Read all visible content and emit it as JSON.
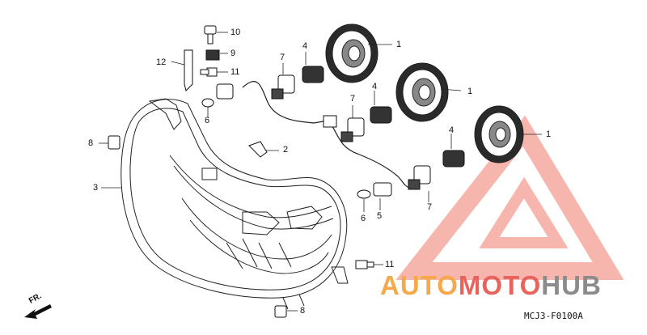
{
  "diagram": {
    "drawing_code": "MCJ3-F0100A",
    "direction_label": "FR.",
    "callouts": [
      {
        "id": "c1a",
        "text": "1"
      },
      {
        "id": "c1b",
        "text": "1"
      },
      {
        "id": "c1c",
        "text": "1"
      },
      {
        "id": "c2",
        "text": "2"
      },
      {
        "id": "c3",
        "text": "3"
      },
      {
        "id": "c4a",
        "text": "4"
      },
      {
        "id": "c4b",
        "text": "4"
      },
      {
        "id": "c4c",
        "text": "4"
      },
      {
        "id": "c5",
        "text": "5"
      },
      {
        "id": "c6a",
        "text": "6"
      },
      {
        "id": "c6b",
        "text": "6"
      },
      {
        "id": "c7a",
        "text": "7"
      },
      {
        "id": "c7b",
        "text": "7"
      },
      {
        "id": "c7c",
        "text": "7"
      },
      {
        "id": "c8a",
        "text": "8"
      },
      {
        "id": "c8b",
        "text": "8"
      },
      {
        "id": "c9",
        "text": "9"
      },
      {
        "id": "c10",
        "text": "10"
      },
      {
        "id": "c11a",
        "text": "11"
      },
      {
        "id": "c11b",
        "text": "11"
      },
      {
        "id": "c12",
        "text": "12"
      }
    ]
  },
  "watermark": {
    "part1": "AUTO",
    "part2": "MOTO",
    "part3": "HUB",
    "colors": {
      "auto": "#f6a94a",
      "moto": "#e8635e",
      "hub": "#8b8b8b",
      "triangle": "#f07a6a"
    }
  }
}
